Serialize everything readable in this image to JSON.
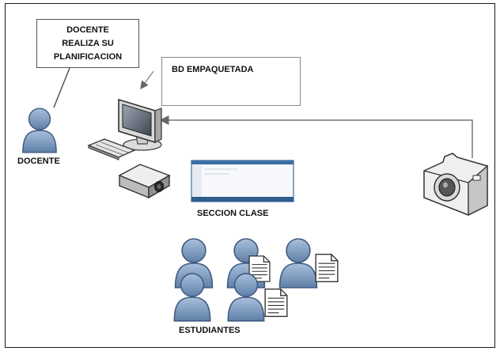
{
  "callouts": {
    "docente_plan": [
      "DOCENTE",
      "REALIZA SU",
      "PLANIFICACION"
    ],
    "bd": "BD EMPAQUETADA"
  },
  "labels": {
    "docente": "DOCENTE",
    "seccion": "SECCION CLASE",
    "estudiantes": "ESTUDIANTES"
  },
  "icons": [
    "person-icon",
    "computer-monitor-icon",
    "keyboard-icon",
    "projector-icon",
    "screen-window-icon",
    "camera-icon",
    "document-icon"
  ],
  "colors": {
    "person": "#6f8fb8",
    "border": "#1a1a1a",
    "arrow": "#666666"
  }
}
